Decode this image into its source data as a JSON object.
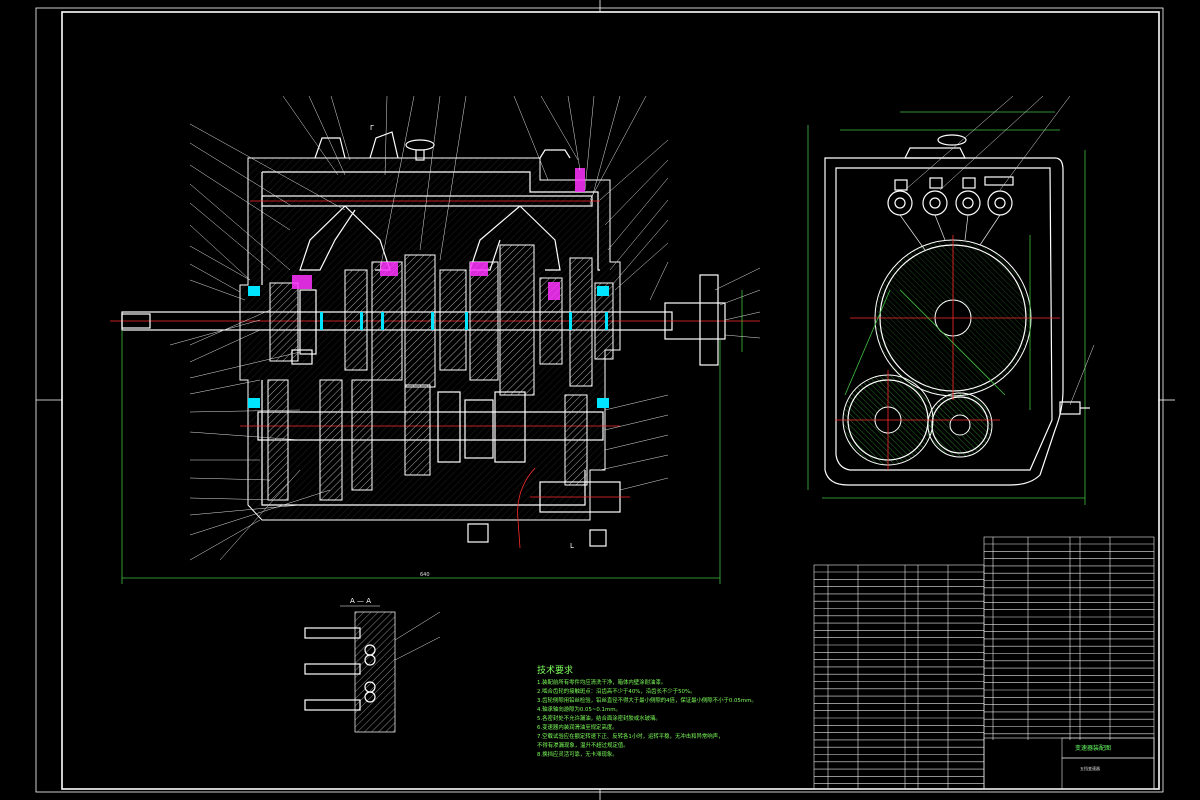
{
  "drawing": {
    "section_label": "A — A",
    "notes_title": "技术要求",
    "notes": [
      "1.装配前所有零件均应清洗干净，箱体内壁涂耐油漆。",
      "2.啮合齿轮的接触斑点：沿齿高不少于40%，沿齿长不少于50%。",
      "3.齿轮侧隙用铅丝检验，铅丝直径不得大于最小侧隙的4倍，保证最小侧隙不小于0.05mm。",
      "4.轴承轴向游隙为0.05~0.1mm。",
      "5.各密封处不允许漏油，结合面涂密封胶或水玻璃。",
      "6.变速器内装润滑油至规定高度。",
      "7.空载试验应在额定转速下正、反转各1小时，运转平稳，无冲击和异常响声，",
      "   不得有渗漏现象，温升不超过规定值。",
      "8.换挡应灵活可靠，无卡滞现象。"
    ],
    "title_block": {
      "part_name": "变速器装配图",
      "org": "五挡变速器"
    }
  }
}
